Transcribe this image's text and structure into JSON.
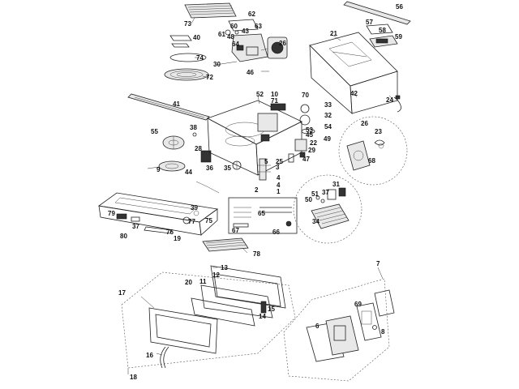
{
  "callouts": [
    "1",
    "2",
    "3",
    "4",
    "4",
    "5",
    "6",
    "7",
    "8",
    "9",
    "10",
    "11",
    "12",
    "13",
    "14",
    "15",
    "16",
    "17",
    "18",
    "19",
    "20",
    "21",
    "22",
    "23",
    "24",
    "25",
    "26",
    "26",
    "28",
    "29",
    "30",
    "31",
    "32",
    "33",
    "34",
    "35",
    "36",
    "37",
    "37",
    "38",
    "39",
    "40",
    "41",
    "42",
    "43",
    "44",
    "45",
    "46",
    "47",
    "48",
    "49",
    "50",
    "51",
    "52",
    "53",
    "54",
    "55",
    "56",
    "57",
    "58",
    "59",
    "60",
    "61",
    "62",
    "63",
    "64",
    "65",
    "66",
    "67",
    "68",
    "69",
    "70",
    "71",
    "72",
    "73",
    "74",
    "75",
    "76",
    "77",
    "78",
    "79",
    "80"
  ]
}
